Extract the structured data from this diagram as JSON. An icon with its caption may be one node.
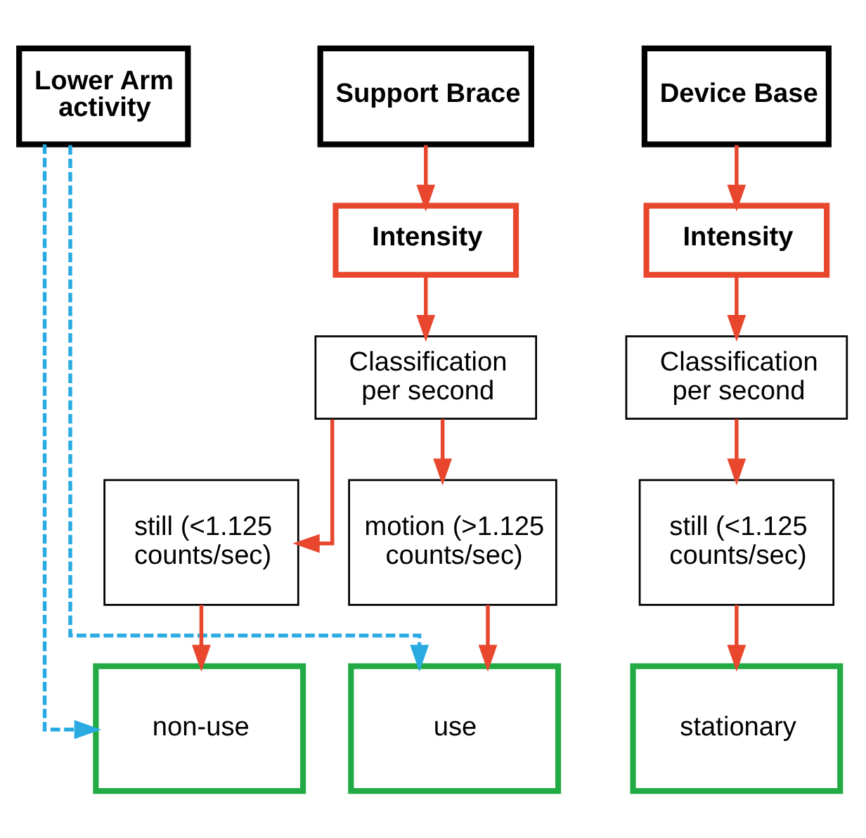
{
  "diagram": {
    "nodes": [
      {
        "text": [
          "Lower Arm activity"
        ]
      },
      {
        "text": [
          "Support Brace"
        ]
      },
      {
        "text": [
          "Device Base"
        ]
      },
      {
        "text": [
          "Intensity"
        ]
      },
      {
        "text": [
          "Intensity"
        ]
      },
      {
        "text": [
          "Classification per second"
        ]
      },
      {
        "text": [
          "Classification per second"
        ]
      },
      {
        "text": [
          "still (<1.125 counts/sec)"
        ]
      },
      {
        "text": [
          "motion (>1.125 counts/sec)"
        ]
      },
      {
        "text": [
          "still (<1.125 counts/sec)"
        ]
      },
      {
        "text": [
          "non-use"
        ]
      },
      {
        "text": [
          "use"
        ]
      },
      {
        "text": [
          "stationary"
        ]
      }
    ],
    "edges": [
      {
        "from": 1,
        "to": 3,
        "arrow": "to"
      },
      {
        "from": 3,
        "to": 5,
        "arrow": "to"
      },
      {
        "from": 5,
        "to": 7,
        "arrow": "to"
      },
      {
        "from": 5,
        "to": 8,
        "arrow": "to"
      },
      {
        "from": 7,
        "to": 10,
        "arrow": "to"
      },
      {
        "from": 8,
        "to": 11,
        "arrow": "to"
      },
      {
        "from": 0,
        "to": 10,
        "arrow": "to",
        "style": "dashed",
        "color": "#29abe2"
      },
      {
        "from": 0,
        "to": 11,
        "arrow": "to",
        "style": "dashed",
        "color": "#29abe2"
      },
      {
        "from": 2,
        "to": 4,
        "arrow": "to"
      },
      {
        "from": 4,
        "to": 6,
        "arrow": "to"
      },
      {
        "from": 6,
        "to": 9,
        "arrow": "to"
      },
      {
        "from": 9,
        "to": 12,
        "arrow": "to"
      }
    ]
  }
}
